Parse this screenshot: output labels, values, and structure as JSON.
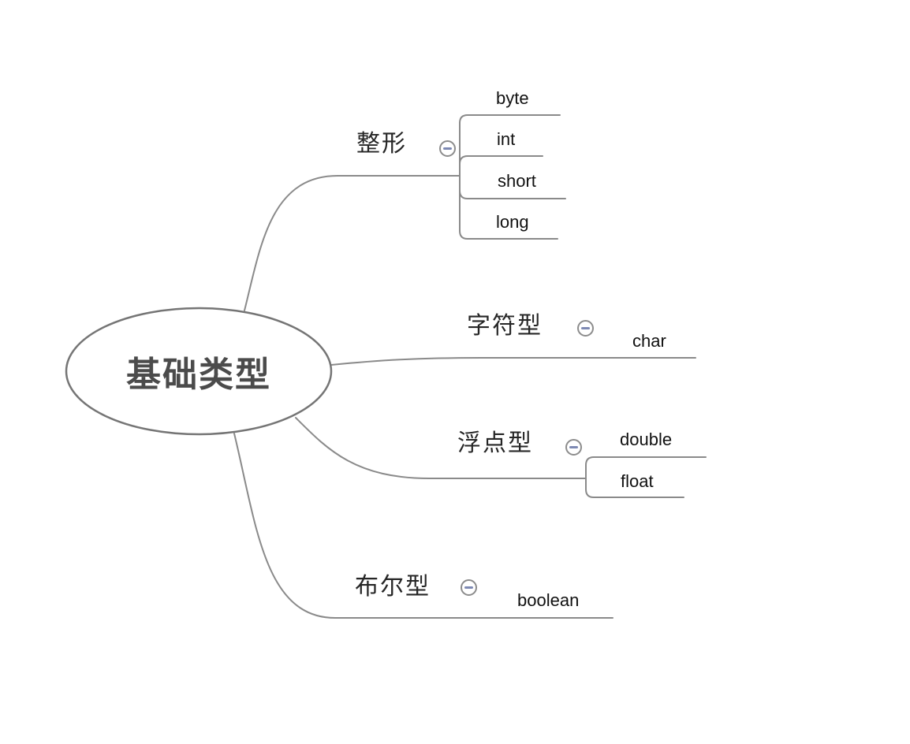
{
  "root": {
    "label": "基础类型"
  },
  "branches": [
    {
      "label": "整形",
      "collapse_icon": "minus-circle-icon",
      "children": [
        {
          "label": "byte"
        },
        {
          "label": "int"
        },
        {
          "label": "short"
        },
        {
          "label": "long"
        }
      ]
    },
    {
      "label": "字符型",
      "collapse_icon": "minus-circle-icon",
      "children": [
        {
          "label": "char"
        }
      ]
    },
    {
      "label": "浮点型",
      "collapse_icon": "minus-circle-icon",
      "children": [
        {
          "label": "double"
        },
        {
          "label": "float"
        }
      ]
    },
    {
      "label": "布尔型",
      "collapse_icon": "minus-circle-icon",
      "children": [
        {
          "label": "boolean"
        }
      ]
    }
  ],
  "colors": {
    "background": "#ffffff",
    "line": "#8a8a8a",
    "ellipse_stroke": "#757575",
    "root_text": "#4b4b4b",
    "branch_text": "#262626",
    "child_text": "#111111",
    "icon_circle_stroke": "#8c8c8c",
    "icon_minus": "#7d89b3"
  }
}
